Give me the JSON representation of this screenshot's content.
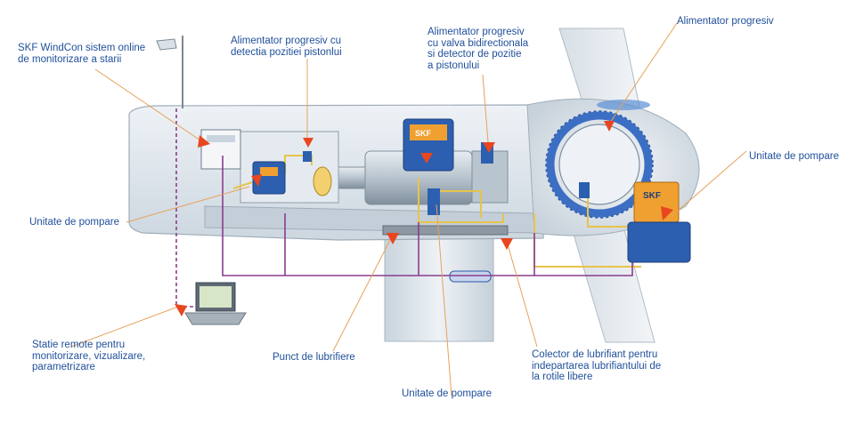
{
  "labels": {
    "windcon": "SKF WindCon sistem online\nde monitorizare a starii",
    "feeder_piston": "Alimentator progresiv cu\ndetectia pozitiei pistonlui",
    "feeder_valve": "Alimentator progresiv\ncu valva bidirectionala\nsi detector de pozitie\na pistonului",
    "feeder_right": "Alimentator progresiv",
    "pump_right": "Unitate de pompare",
    "pump_left": "Unitate de pompare",
    "remote_station": "Statie remote pentru\nmonitorizare, vizualizare,\nparametrizare",
    "lube_point": "Punct de lubrifiere",
    "pump_bottom": "Unitate de pompare",
    "collector": "Colector de lubrifiant pentru\nindepartarea lubrifiantului de\nla rotile libere"
  },
  "brand": "SKF",
  "colors": {
    "label_text": "#1f4f9a",
    "marker": "#e8461f",
    "leader": "#e5a25a",
    "signal_line": "#8a3c8e",
    "pump_blue": "#2c5fb0",
    "reservoir": "#f0a030",
    "nacelle": "#dfe7ee"
  }
}
